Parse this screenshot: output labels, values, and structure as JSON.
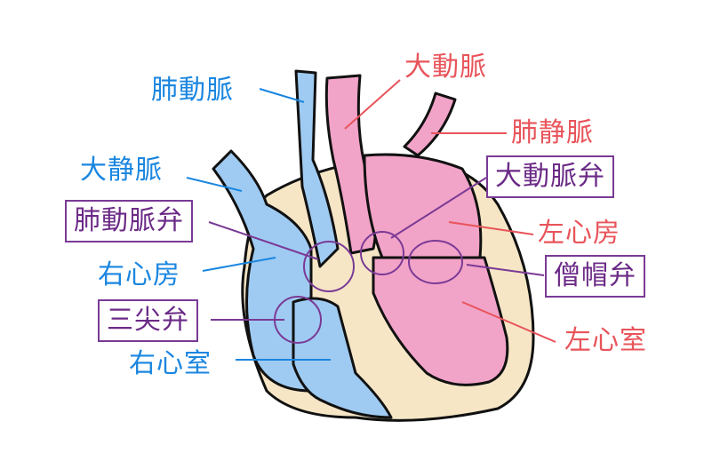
{
  "labels": {
    "pulmonary_artery": "肺動脈",
    "aorta": "大動脈",
    "pulmonary_vein": "肺静脈",
    "vena_cava": "大静脈",
    "pulmonary_valve": "肺動脈弁",
    "aortic_valve": "大動脈弁",
    "left_atrium": "左心房",
    "right_atrium": "右心房",
    "mitral_valve": "僧帽弁",
    "tricuspid_valve": "三尖弁",
    "left_ventricle": "左心室",
    "right_ventricle": "右心室"
  },
  "colors": {
    "blue_text": "#1a86e0",
    "red_text": "#e8545a",
    "valve_purple": "#7a3a95",
    "right_side_fill": "#9fcbf2",
    "left_side_fill": "#f2a3c8",
    "heart_wall": "#f6e6c6"
  }
}
